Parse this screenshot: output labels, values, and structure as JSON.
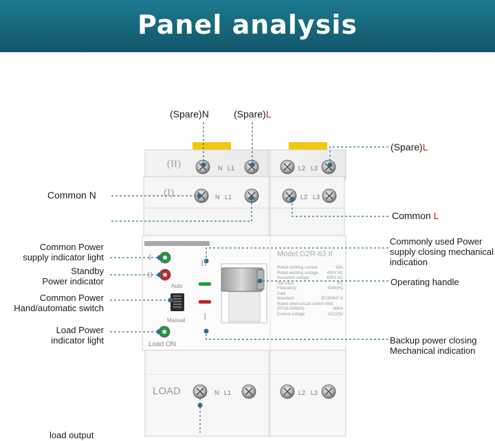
{
  "header": {
    "title": "Panel analysis"
  },
  "device": {
    "roman_two": "(II)",
    "roman_one": "(I)",
    "roman_two_small": "II",
    "roman_one_small": "I",
    "terminal_n": "N",
    "terminal_l1": "L1",
    "terminal_l2": "L2",
    "terminal_l3": "L3",
    "model": "Model:G2R-63  II",
    "spec_rows": [
      {
        "label": "Rated working current",
        "value": "63A"
      },
      {
        "label": "Rated working voltage",
        "value": "400V AC"
      },
      {
        "label": "Insulation voltage",
        "value": "690V AC"
      },
      {
        "label": "Tea class",
        "value": "PC"
      },
      {
        "label": "Frequency",
        "value": "50/60Hz"
      },
      {
        "label": "Date",
        "value": ""
      },
      {
        "label": "Standard",
        "value": "IEC60947-6"
      },
      {
        "label": "Rated short-circuit current limit",
        "value": ""
      },
      {
        "label": "(RT16-00/63A)",
        "value": "50KA"
      },
      {
        "label": "Control voltage",
        "value": "AC220V"
      }
    ],
    "switch_auto": "Auto",
    "switch_manual": "Manual",
    "load_on": "Load ON",
    "load": "LOAD"
  },
  "callouts": {
    "spare_n_prefix": "(Spare)",
    "spare_n_letter": "N",
    "spare_l_prefix": "(Spare)",
    "spare_l_letter": "L",
    "spare_l_right_prefix": "(Spare)",
    "spare_l_right_letter": "L",
    "common_n_prefix": "Common ",
    "common_n_letter": "N",
    "common_l_prefix": "Common ",
    "common_l_letter": "L",
    "common_power_indicator": [
      "Common Power",
      "supply indicator light"
    ],
    "standby_indicator": [
      "Standby",
      "Power indicator"
    ],
    "hand_auto_switch": [
      "Common Power",
      "Hand/automatic switch"
    ],
    "load_indicator": [
      "Load Power",
      "indicator light"
    ],
    "closing_indication": [
      "Commonly used Power",
      "supply closing mechanical",
      "indication"
    ],
    "operating_handle": "Operating handle",
    "backup_indication": [
      "Backup power closing",
      "Mechanical indication"
    ],
    "load_output": "load output"
  },
  "colors": {
    "banner": "#15627a",
    "leader": "#2a6f86",
    "accent_red": "#d11414",
    "terminal_cover_yellow": "#f2c80f",
    "indicator_green": "#1f9a3a",
    "indicator_red": "#c0242a"
  }
}
